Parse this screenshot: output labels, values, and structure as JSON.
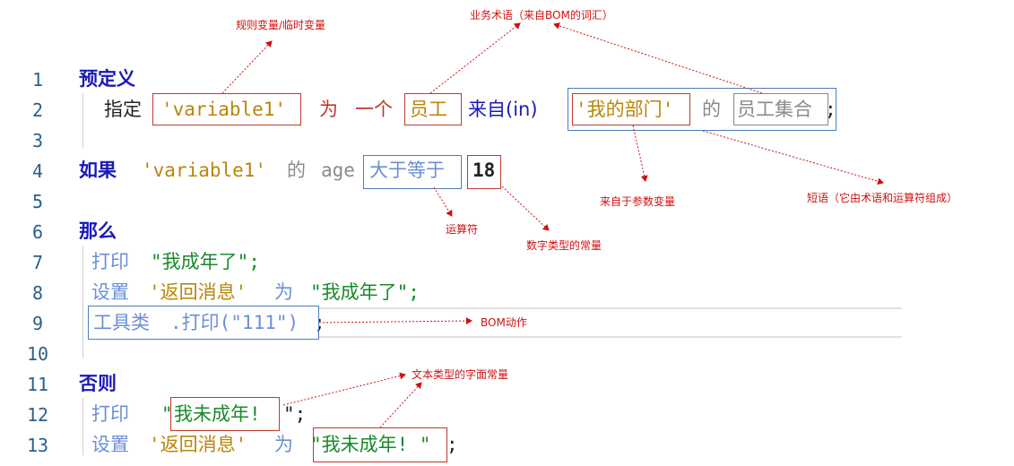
{
  "line_numbers": [
    "1",
    "2",
    "3",
    "4",
    "5",
    "6",
    "7",
    "8",
    "9",
    "10",
    "11",
    "12",
    "13"
  ],
  "code": {
    "l1": {
      "kw": "预定义"
    },
    "l2": {
      "a": "指定",
      "var": "'variable1'",
      "wei": "为",
      "yige": "一个",
      "emp": "员工",
      "from": "来自(in)",
      "dept": "'我的部门'",
      "de": "的",
      "set": "员工集合",
      "semi": ";"
    },
    "l4": {
      "kw": "如果",
      "var": "'variable1'",
      "de": "的",
      "age": "age",
      "op": "大于等于",
      "num": "18"
    },
    "l6": {
      "kw": "那么"
    },
    "l7": {
      "print": "打印",
      "msg": "\"我成年了\";"
    },
    "l8": {
      "set": "设置",
      "ret": "'返回消息'",
      "wei": "为",
      "msg": "\"我成年了\";"
    },
    "l9": {
      "tool": "工具类",
      "call": ".打印(\"111\")",
      "semi": ";"
    },
    "l11": {
      "kw": "否则"
    },
    "l12": {
      "print": "打印",
      "q1": "\"",
      "msg": "我未成年!",
      "q2": "\";"
    },
    "l13": {
      "set": "设置",
      "ret": "'返回消息'",
      "wei": "为",
      "msg": "\"我未成年! \"",
      "semi": ";"
    }
  },
  "annotations": {
    "rule_var": "规则变量/临时变量",
    "biz_term": "业务术语（来自BOM的词汇）",
    "param_var": "来自于参数变量",
    "phrase": "短语（它由术语和运算符组成）",
    "operator": "运算符",
    "num_const": "数字类型的常量",
    "bom_action": "BOM动作",
    "text_const": "文本类型的字面常量"
  }
}
